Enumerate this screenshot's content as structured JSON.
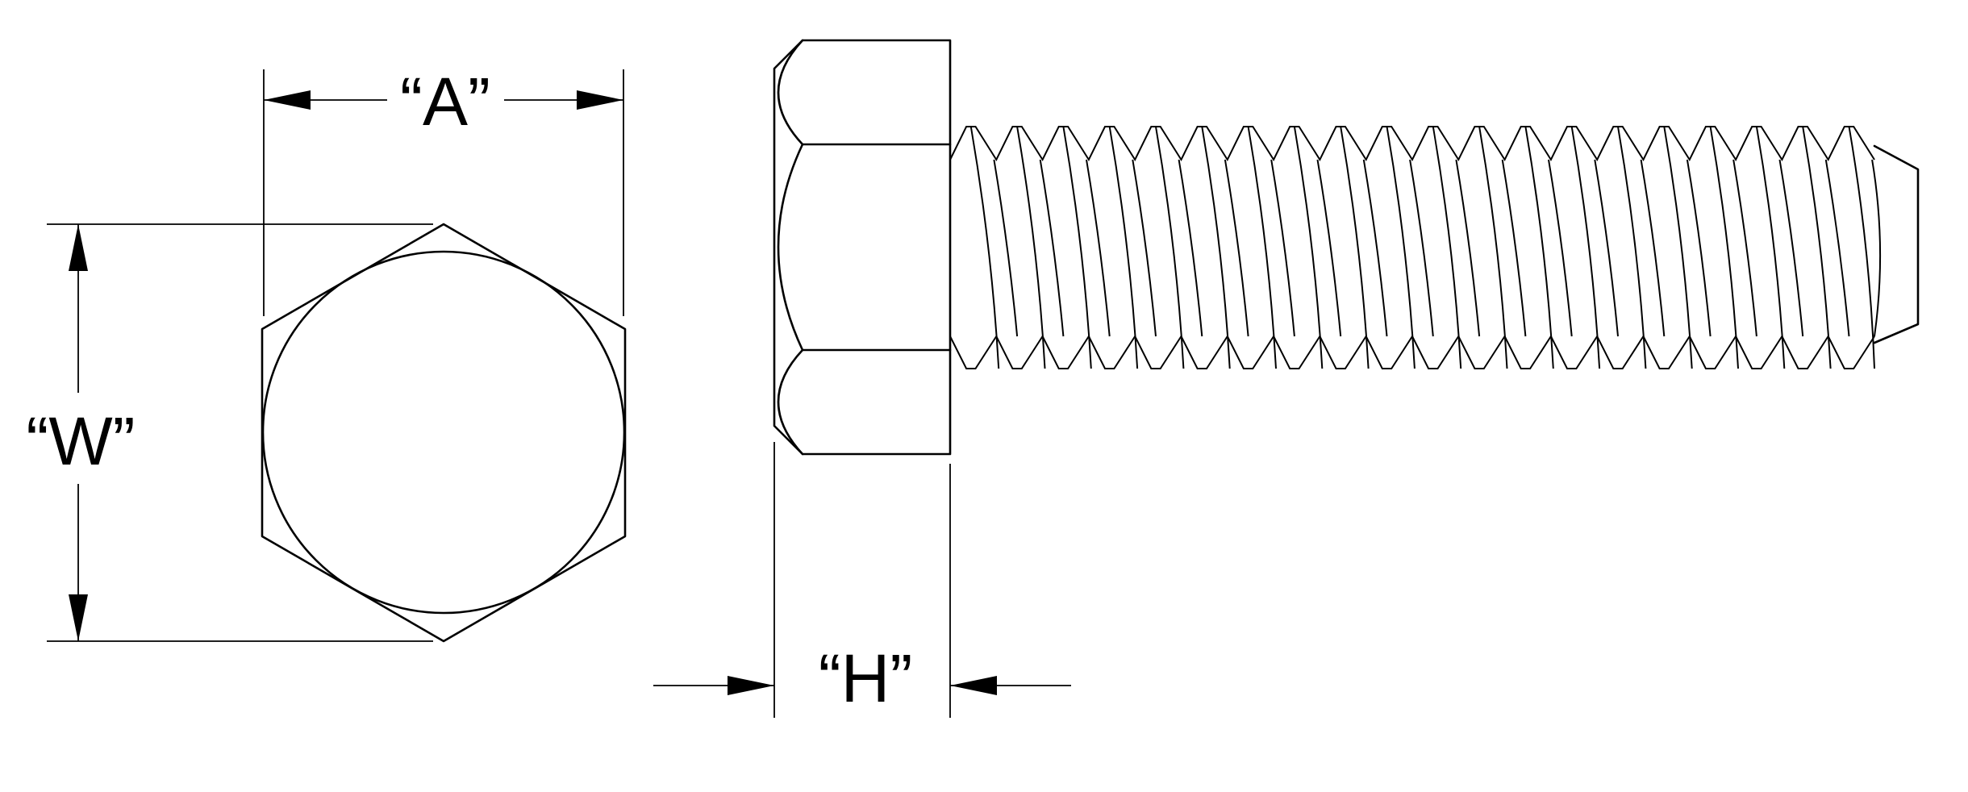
{
  "labels": {
    "across_flats": "“A”",
    "across_corners": "“W”",
    "head_height": "“H”"
  },
  "colors": {
    "line": "#000000",
    "background": "#ffffff"
  },
  "thread": {
    "crest_count": 20
  }
}
